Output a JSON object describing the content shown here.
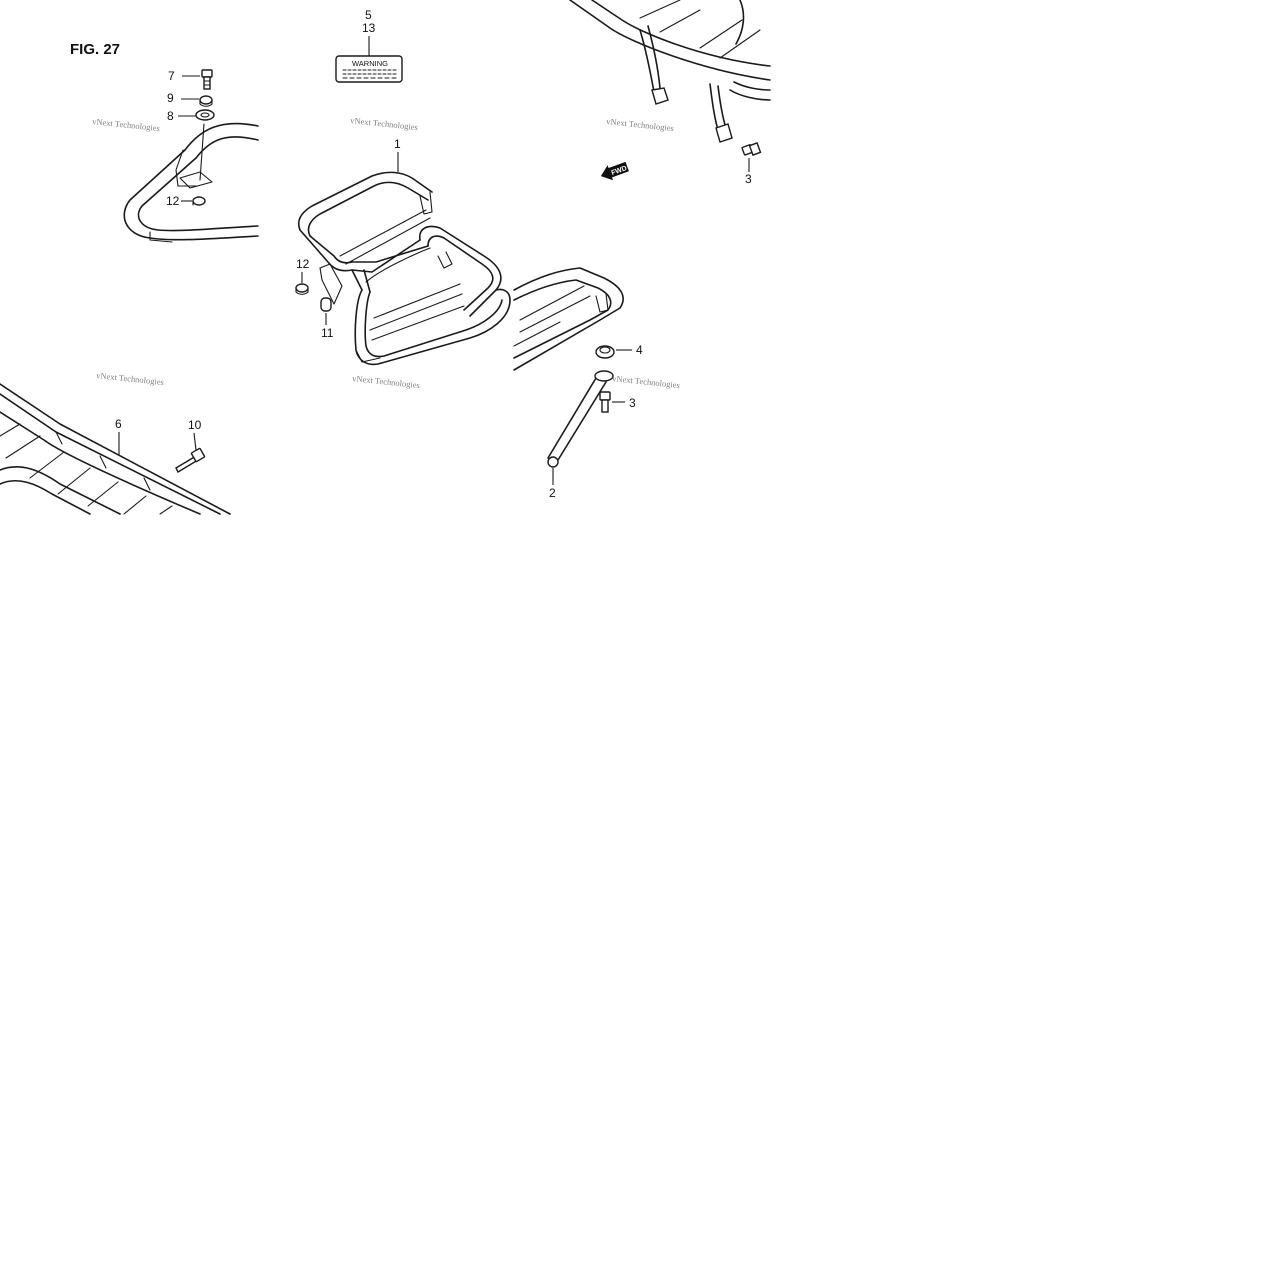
{
  "figure": {
    "title": "FIG. 27"
  },
  "label": {
    "warning_text": "WARNING"
  },
  "direction": {
    "fwd_text": "FWD"
  },
  "watermark": {
    "text": "vNext Technologies"
  },
  "callouts": {
    "c1": "1",
    "c2": "2",
    "c3a": "3",
    "c3b": "3",
    "c4": "4",
    "c5": "5",
    "c6": "6",
    "c7": "7",
    "c8": "8",
    "c9": "9",
    "c10": "10",
    "c11": "11",
    "c12a": "12",
    "c12b": "12",
    "c13": "13"
  }
}
